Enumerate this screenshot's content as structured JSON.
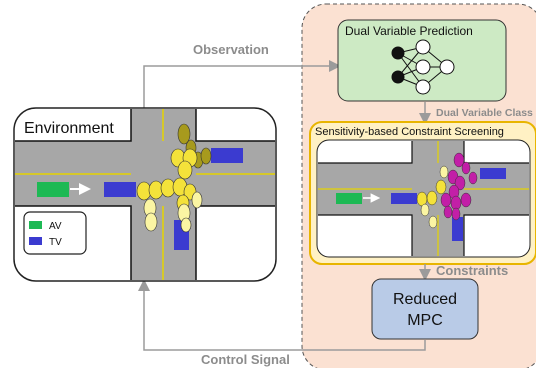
{
  "labels": {
    "observation": "Observation",
    "control_signal": "Control Signal",
    "dual_variable_class": "Dual Variable Class",
    "constraints": "Constraints"
  },
  "environment": {
    "title": "Environment",
    "legend": [
      {
        "label": "AV",
        "color": "#1db954"
      },
      {
        "label": "TV",
        "color": "#3b3bd0"
      }
    ]
  },
  "dual_variable_prediction": {
    "title": "Dual Variable Prediction"
  },
  "screening": {
    "title": "Sensitivity-based Constraint Screening"
  },
  "reduced_mpc": {
    "line1": "Reduced",
    "line2": "MPC"
  },
  "colors": {
    "controller_panel": "#fbe1d2",
    "prediction_box": "#cdeac4",
    "screening_box": "#fff1c4",
    "mpc_box": "#b9cbe7",
    "road": "#a7a7a7",
    "lane_line": "#e5d400",
    "arrow": "#9b9b9b",
    "yellow_ellipse": "#f4e23a",
    "light_ellipse": "#fbf5a3",
    "olive_ellipse": "#a79a1d",
    "magenta_ellipse": "#c21fa7"
  }
}
